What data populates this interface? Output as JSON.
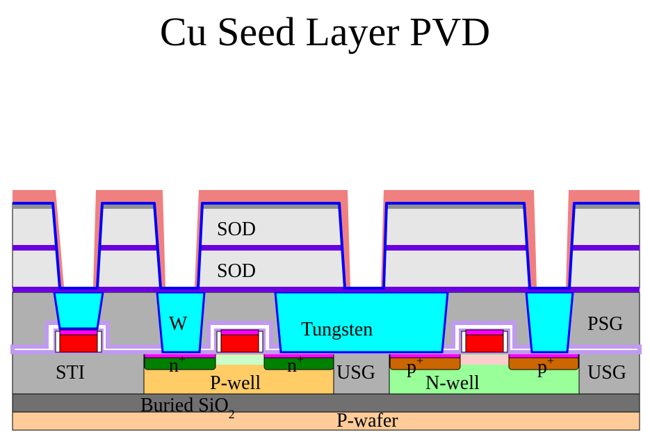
{
  "title": "Cu Seed Layer PVD",
  "labels": {
    "sod_upper": "SOD",
    "sod_lower": "SOD",
    "psg": "PSG",
    "w": "W",
    "tungsten": "Tungsten",
    "sti": "STI",
    "usg_1": "USG",
    "usg_2": "USG",
    "n_plus_1": "n",
    "n_plus_2": "n",
    "p_plus_1": "p",
    "p_plus_2": "p",
    "plus_sup": "+",
    "p_well": "P-well",
    "n_well": "N-well",
    "buried_sio2": "Buried SiO",
    "sub_2": "2",
    "p_wafer": "P-wafer"
  },
  "colors": {
    "cu_seed": "#f08080",
    "barrier": "#0000ff",
    "sod": "#e6e6e6",
    "etch_stop": "#6a00e0",
    "psg": "#b0b0b0",
    "tungsten": "#00ffff",
    "gate_poly": "#ff0000",
    "silicide": "#ff00ff",
    "spacer": "#c09af0",
    "n_plus": "#008000",
    "p_plus": "#cc6600",
    "p_well": "#ffcc66",
    "n_well": "#99ff99",
    "buried_oxide": "#707070",
    "p_wafer": "#ffcc99"
  }
}
